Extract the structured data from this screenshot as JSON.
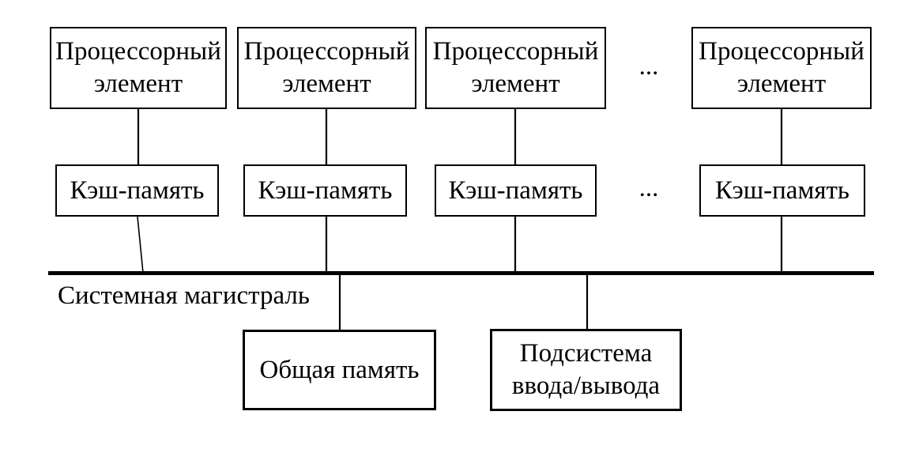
{
  "colors": {
    "background": "#ffffff",
    "line": "#000000",
    "text": "#000000"
  },
  "diagram": {
    "processor_row": {
      "box_label_line1": "Процессорный",
      "box_label_line2": "элемент",
      "ellipsis": "..."
    },
    "cache_row": {
      "box_label": "Кэш-память",
      "ellipsis": "..."
    },
    "bus_label": "Системная магистраль",
    "shared_memory_label": "Общая память",
    "io_subsystem": {
      "line1": "Подсистема",
      "line2": "ввода/вывода"
    }
  }
}
